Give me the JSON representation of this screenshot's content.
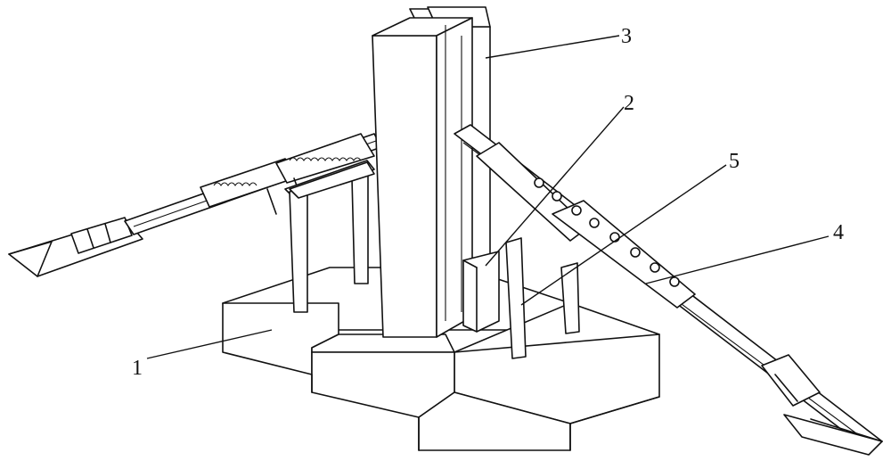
{
  "figure": {
    "labels": [
      {
        "key": "base",
        "text": "1"
      },
      {
        "key": "slider",
        "text": "2"
      },
      {
        "key": "column",
        "text": "3"
      },
      {
        "key": "conveyor",
        "text": "4"
      },
      {
        "key": "support",
        "text": "5"
      }
    ]
  }
}
